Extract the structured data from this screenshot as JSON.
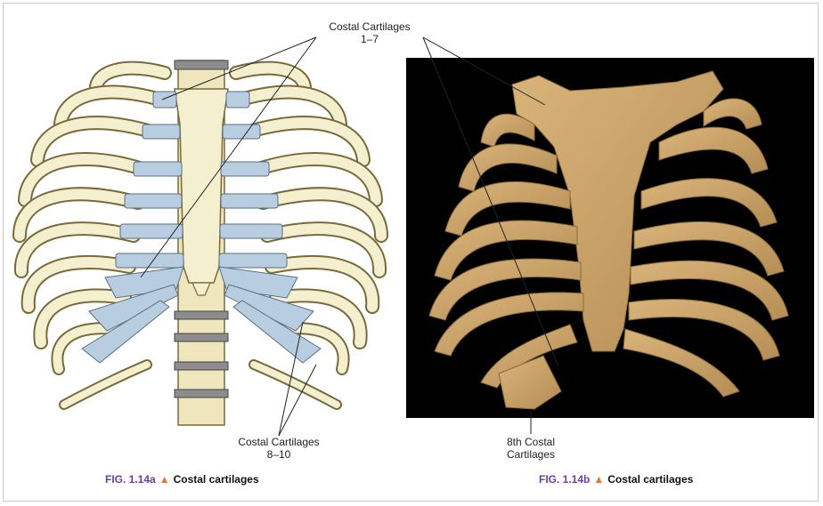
{
  "labels": {
    "costal_1_7": {
      "line1": "Costal Cartilages",
      "line2": "1–7"
    },
    "costal_8_10": {
      "line1": "Costal Cartilages",
      "line2": "8–10"
    },
    "eighth_costal": {
      "line1": "8th Costal",
      "line2": "Cartilages"
    }
  },
  "captions": {
    "fig_a": {
      "number": "FIG. 1.14a",
      "marker": "▲",
      "text": "Costal cartilages"
    },
    "fig_b": {
      "number": "FIG. 1.14b",
      "marker": "▲",
      "text": "Costal cartilages"
    }
  },
  "colors": {
    "bone": "#f4efcf",
    "bone_edge": "#7a6a3a",
    "cartilage": "#b9cde0",
    "photo_bg": "#000000",
    "specimen": "#c9a56a"
  }
}
